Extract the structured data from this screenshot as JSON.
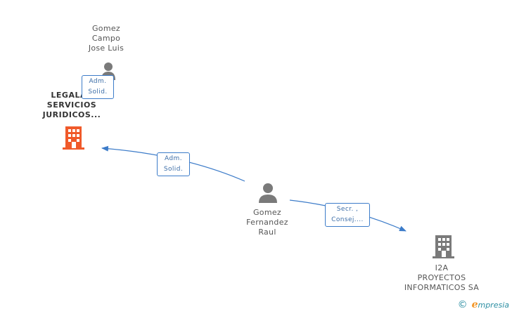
{
  "nodes": {
    "person_top": {
      "lines": [
        "Gomez",
        "Campo",
        "Jose Luis"
      ]
    },
    "company_main": {
      "lines": [
        "LEGALAC",
        "SERVICIOS",
        "JURIDICOS..."
      ]
    },
    "person_center": {
      "lines": [
        "Gomez",
        "Fernandez",
        "Raul"
      ]
    },
    "company_i2a": {
      "lines": [
        "I2A",
        "PROYECTOS",
        "INFORMATICOS SA"
      ]
    }
  },
  "roles": {
    "top": [
      "Adm.",
      "Solid."
    ],
    "left": [
      "Adm.",
      "Solid."
    ],
    "right": [
      "Secr. ,",
      "Consej...."
    ]
  },
  "brand": {
    "copyright": "©",
    "logo_first": "e",
    "logo_rest": "mpresia"
  },
  "colors": {
    "edge": "#3d7cc9",
    "company_main": "#f05a2a",
    "company_other": "#7a7a7a",
    "person": "#7a7a7a"
  },
  "icons": {
    "person": "person-icon",
    "company": "building-icon"
  }
}
